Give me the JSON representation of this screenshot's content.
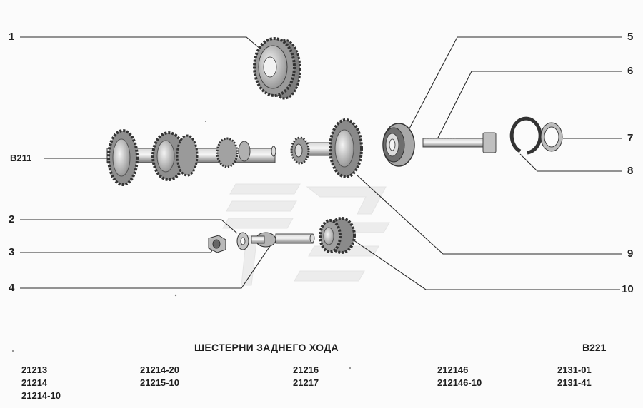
{
  "callouts": [
    {
      "id": "1",
      "text": "1"
    },
    {
      "id": "2",
      "text": "2"
    },
    {
      "id": "3",
      "text": "3"
    },
    {
      "id": "4",
      "text": "4"
    },
    {
      "id": "5",
      "text": "5"
    },
    {
      "id": "6",
      "text": "6"
    },
    {
      "id": "7",
      "text": "7"
    },
    {
      "id": "8",
      "text": "8"
    },
    {
      "id": "9",
      "text": "9"
    },
    {
      "id": "10",
      "text": "10"
    },
    {
      "id": "b211",
      "text": "B211"
    }
  ],
  "title": "ШЕСТЕРНИ ЗАДНЕГО ХОДА",
  "section_code": "B221",
  "models": [
    [
      "21213",
      "21214",
      "21214-10"
    ],
    [
      "21214-20",
      "21215-10"
    ],
    [
      "21216",
      "21217"
    ],
    [
      "212146",
      "212146-10"
    ],
    [
      "2131-01",
      "2131-41"
    ]
  ]
}
